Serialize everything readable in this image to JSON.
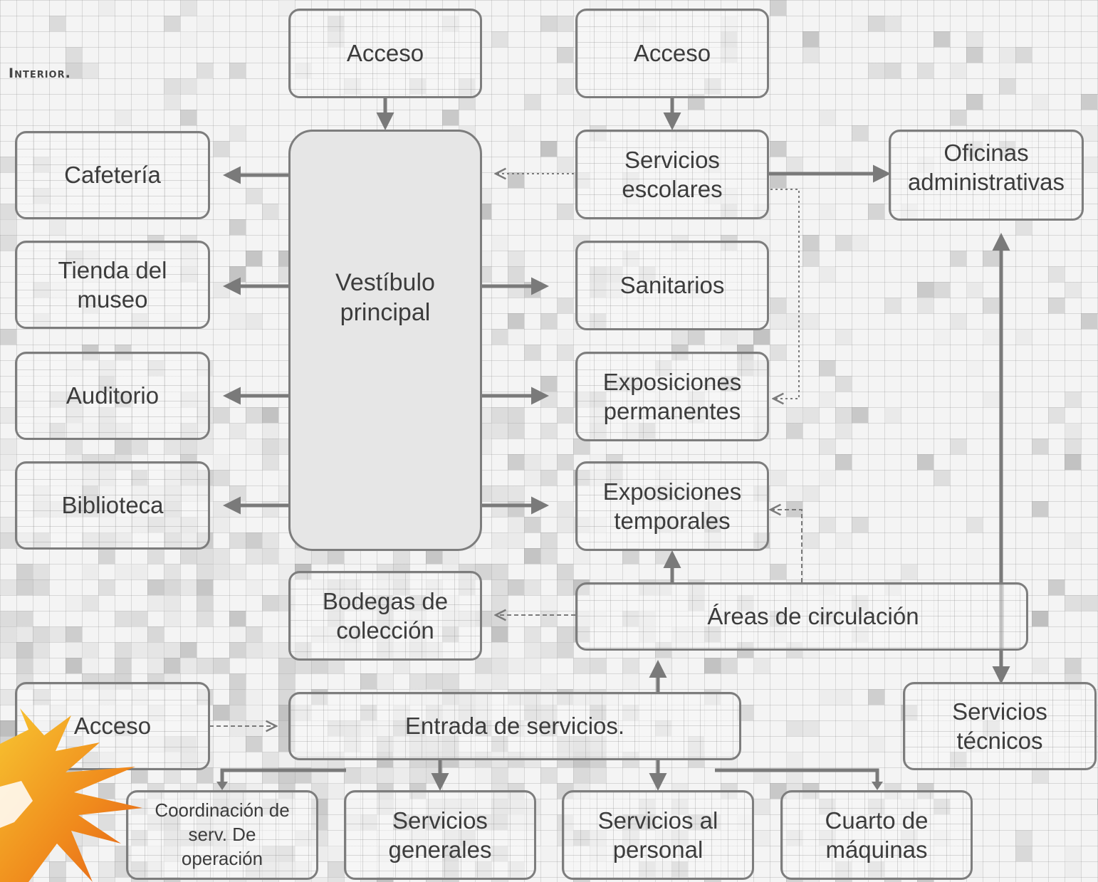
{
  "section_label": "Interior.",
  "nodes": {
    "acceso_1": "Acceso",
    "acceso_2": "Acceso",
    "acceso_3": "Acceso",
    "cafeteria": "Cafetería",
    "tienda": "Tienda del\nmuseo",
    "auditorio": "Auditorio",
    "biblioteca": "Biblioteca",
    "vestibulo": "Vestíbulo\nprincipal",
    "servicios_escolares": "Servicios\nescolares",
    "oficinas": "Oficinas\nadministrativas",
    "sanitarios": "Sanitarios",
    "exp_permanentes": "Exposiciones\npermanentes",
    "exp_temporales": "Exposiciones\ntemporales",
    "bodegas": "Bodegas de\ncolección",
    "areas_circulacion": "Áreas de circulación",
    "entrada_servicios": "Entrada de servicios.",
    "servicios_tecnicos": "Servicios\ntécnicos",
    "coordinacion": "Coordinación de\nserv. De\noperación",
    "servicios_generales": "Servicios\ngenerales",
    "servicios_personal": "Servicios al\npersonal",
    "cuarto_maquinas": "Cuarto de\nmáquinas"
  },
  "colors": {
    "line": "#7a7a7a",
    "node_border": "#7d7d7d",
    "vestibule_fill": "#e6e6e6",
    "logo_orange": "#f08a1c",
    "logo_yellow": "#f7c531"
  }
}
